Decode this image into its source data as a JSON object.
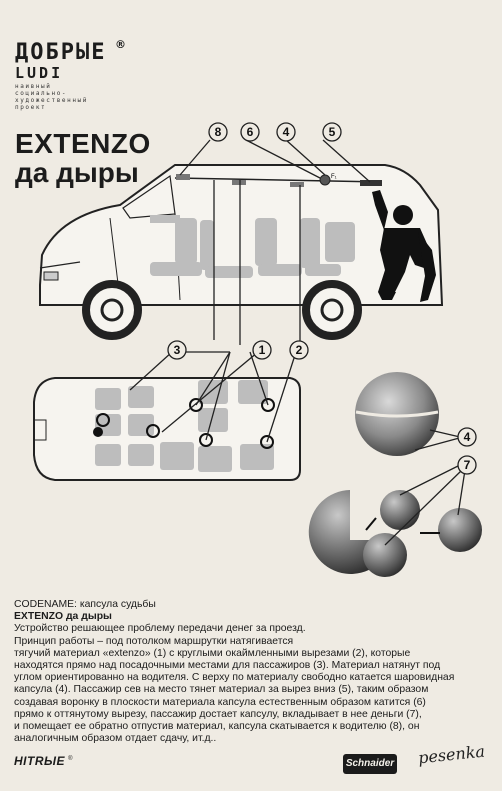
{
  "brand": {
    "title": "ДОБРЫЕ",
    "reg_mark": "®",
    "subtitle": "LUDI",
    "tagline": [
      "наивный",
      "социально-",
      "художественный",
      "проект"
    ]
  },
  "heading": {
    "main": "EXTENZO",
    "sub": "да дыры"
  },
  "callouts": [
    "8",
    "6",
    "4",
    "5",
    "3",
    "1",
    "2",
    "4",
    "7"
  ],
  "description": {
    "codename": "CODENAME: капсула судьбы",
    "name": "EXTENZO да дыры",
    "lines": [
      "Устройство решающее проблему передачи денег за проезд.",
      "Принцип работы – под потолком маршрутки натягивается",
      "тягучий материал «extenzo» (1) с круглыми окаймленными вырезами (2), которые",
      "находятся прямо над посадочными местами для пассажиров (3). Материал натянут под",
      "углом ориентированно на водителя. С верху по материалу свободно катается шаровидная",
      "капсула (4). Пассажир сев на место тянет материал за вырез вниз (5), таким образом",
      "создавая воронку в плоскости материала капсула естественным образом катится (6)",
      "прямо к оттянутому вырезу, пассажир достает капсулу, вкладывает в нее деньги (7),",
      "и помещает ее обратно отпустив материал, капсула скатывается к водителю (8), он",
      "аналогичным образом отдает сдачу, ит.д.."
    ]
  },
  "footer": {
    "left": "HITRЫE",
    "left_mark": "®",
    "center": "Schnaider",
    "right": "pesenka"
  },
  "colors": {
    "background": "#efebe3",
    "ink": "#1c1c1c",
    "seat_gray": "#bdbdbd"
  }
}
